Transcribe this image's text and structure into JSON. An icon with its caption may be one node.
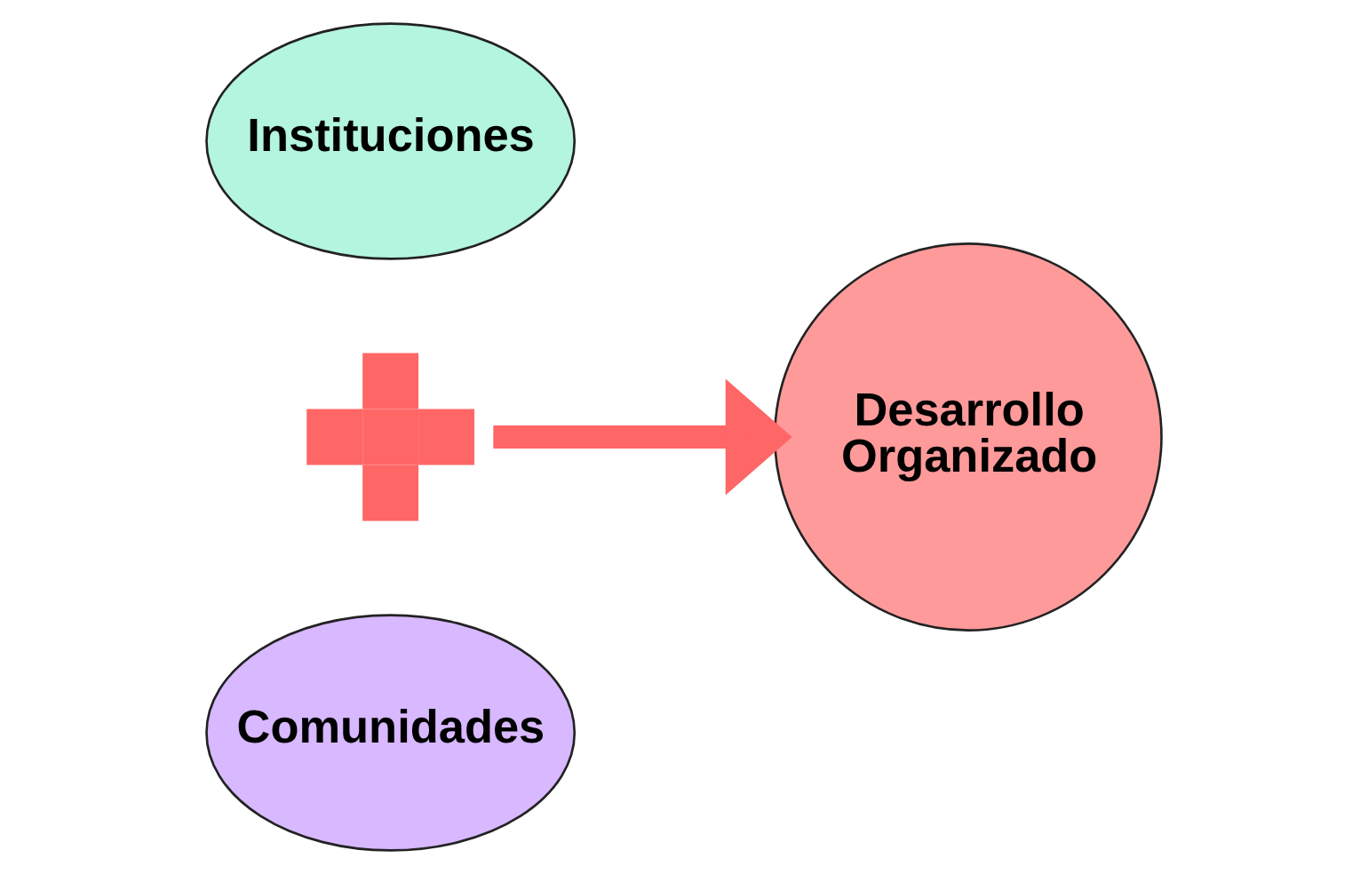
{
  "diagram": {
    "nodes": [
      {
        "text": [
          "Instituciones"
        ]
      },
      {
        "text": [],
        "shape": "plus"
      },
      {
        "text": [
          "Comunidades"
        ]
      },
      {
        "text": [
          "Desarrollo Organizado"
        ]
      }
    ],
    "edges": [
      {
        "from": 1,
        "to": 3,
        "arrow": "to"
      }
    ]
  }
}
